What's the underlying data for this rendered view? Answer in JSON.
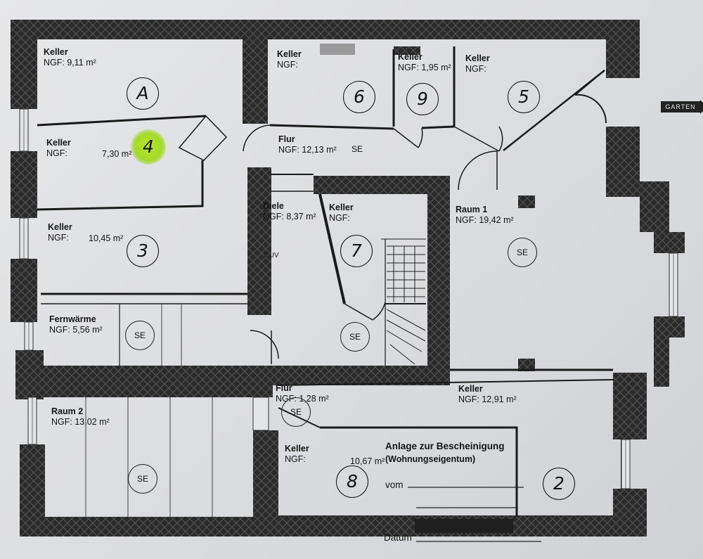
{
  "plan": {
    "rooms": [
      {
        "id": "keller-a",
        "name": "Keller",
        "area": "NGF: 9,11 m²",
        "number": "A"
      },
      {
        "id": "keller-4",
        "name": "Keller",
        "area_prefix": "NGF:",
        "area_value": "7,30 m²",
        "number": "4"
      },
      {
        "id": "keller-3",
        "name": "Keller",
        "area_prefix": "NGF:",
        "area_value": "10,45 m²",
        "number": "3"
      },
      {
        "id": "fernwaerme",
        "name": "Fernwärme",
        "area": "NGF: 5,56 m²",
        "se": "SE"
      },
      {
        "id": "raum-2",
        "name": "Raum 2",
        "area": "NGF: 13,02 m²",
        "se": "SE"
      },
      {
        "id": "keller-6",
        "name": "Keller",
        "area": "NGF:",
        "number": "6"
      },
      {
        "id": "keller-9",
        "name": "Keller",
        "area": "NGF: 1,95 m²",
        "number": "9"
      },
      {
        "id": "keller-5",
        "name": "Keller",
        "area": "NGF:",
        "number": "5"
      },
      {
        "id": "flur-top",
        "name": "Flur",
        "area": "NGF: 12,13 m²",
        "se": "SE"
      },
      {
        "id": "diele",
        "name": "Diele",
        "area": "NGF: 8,37 m²"
      },
      {
        "id": "keller-7",
        "name": "Keller",
        "area": "NGF:",
        "number": "7",
        "se": "SE"
      },
      {
        "id": "raum-1",
        "name": "Raum 1",
        "area": "NGF: 19,42 m²",
        "se": "SE"
      },
      {
        "id": "flur-bottom",
        "name": "Flur",
        "area": "NGF: 1,28 m²",
        "se": "SE"
      },
      {
        "id": "keller-2",
        "name": "Keller",
        "area": "NGF: 12,91 m²",
        "number": "2"
      },
      {
        "id": "keller-8",
        "name": "Keller",
        "area_prefix": "NGF:",
        "area_value": "10,67 m²",
        "number": "8"
      }
    ],
    "garden_label": "GARTEN",
    "euv_label": "EUV",
    "stamp": {
      "title": "Anlage zur Bescheinigung",
      "subtitle": "(Wohnungseigentum)",
      "vom": "vom",
      "datum": "Datum"
    }
  }
}
